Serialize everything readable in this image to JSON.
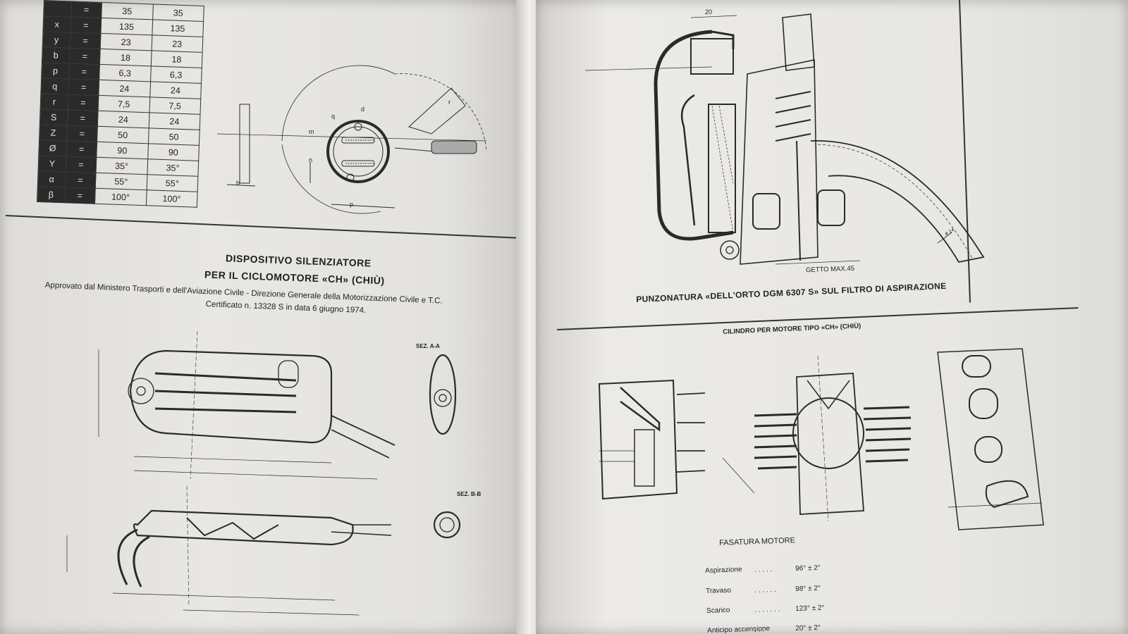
{
  "left_page": {
    "parameter_table": [
      {
        "symbol": "",
        "value1": "35",
        "value2": "35"
      },
      {
        "symbol": "x",
        "value1": "135",
        "value2": "135"
      },
      {
        "symbol": "y",
        "value1": "23",
        "value2": "23"
      },
      {
        "symbol": "b",
        "value1": "18",
        "value2": "18"
      },
      {
        "symbol": "p",
        "value1": "6,3",
        "value2": "6,3"
      },
      {
        "symbol": "q",
        "value1": "24",
        "value2": "24"
      },
      {
        "symbol": "r",
        "value1": "7,5",
        "value2": "7,5"
      },
      {
        "symbol": "S",
        "value1": "24",
        "value2": "24"
      },
      {
        "symbol": "Z",
        "value1": "50",
        "value2": "50"
      },
      {
        "symbol": "Ø",
        "value1": "90",
        "value2": "90"
      },
      {
        "symbol": "Y",
        "value1": "35°",
        "value2": "35°"
      },
      {
        "symbol": "α",
        "value1": "55°",
        "value2": "55°"
      },
      {
        "symbol": "β",
        "value1": "100°",
        "value2": "100°"
      }
    ],
    "equals_sign": "=",
    "section_title_line1": "DISPOSITIVO SILENZIATORE",
    "section_title_line2": "PER IL CICLOMOTORE «CH» (CHIÙ)",
    "approval_line1": "Approvato dal Ministero Trasporti e dell'Aviazione Civile - Direzione Generale della Motorizzazione Civile e T.C.",
    "approval_line2": "Certificato n. 13328 S in data 6 giugno 1974.",
    "section_aa": "SEZ. A-A",
    "section_bb": "SEZ. B-B",
    "brake_labels": {
      "b": "b",
      "m": "m",
      "n": "n",
      "d": "d",
      "q": "q",
      "p": "p",
      "r": "r"
    }
  },
  "right_page": {
    "filter_caption": "PUNZONATURA «DELL'ORTO DGM 6307 S» SUL FILTRO DI ASPIRAZIONE",
    "getto_label": "GETTO MAX.45",
    "dim_20": "20",
    "dim_14": "ø 14",
    "cylinder_title": "CILINDRO PER MOTORE TIPO «CH» (CHIÙ)",
    "timing_title": "FASATURA MOTORE",
    "timing": [
      {
        "label": "Aspirazione",
        "dots": ". . . . .",
        "value": "96° ± 2°"
      },
      {
        "label": "Travaso",
        "dots": ". . . . . .",
        "value": "98° ± 2°"
      },
      {
        "label": "Scarico",
        "dots": ". . . . . . .",
        "value": "123° ± 2°"
      },
      {
        "label": "Anticipo accensione",
        "dots": ". . .",
        "value": "20° ± 2°"
      }
    ]
  }
}
